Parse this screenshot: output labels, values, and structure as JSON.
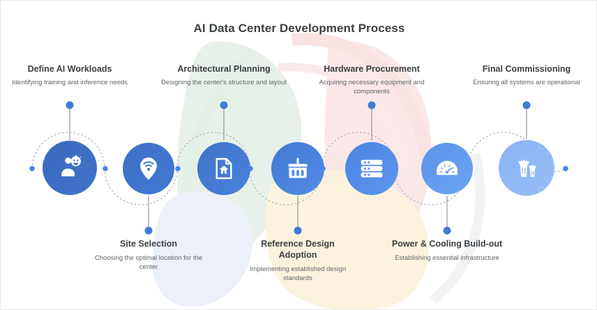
{
  "header": {
    "title": "AI Data Center Development Process"
  },
  "theme": {
    "title_color": "#3c4043",
    "step_title_color": "#3c4043",
    "step_desc_color": "#5f6368",
    "connector_color": "#8a8f98",
    "node_dot_color": "#3f7bd8",
    "arc_dot_color": "#4a86e8",
    "bg_green": "#e4efe6",
    "bg_pink": "#fae4e4",
    "bg_yellow": "#fbf2d9",
    "bg_blue": "#e8eef8"
  },
  "steps": [
    {
      "index": 1,
      "title": "Define AI Workloads",
      "description": "Identifying training and inference needs",
      "icon": "person-idea-icon",
      "position": "above",
      "circle_color": "#3c6cc0",
      "circle_color_2": "#3f72c8",
      "circle_size": 78
    },
    {
      "index": 2,
      "title": "Site Selection",
      "description": "Choosing the optimal location for the center",
      "icon": "location-wifi-pin-icon",
      "position": "below",
      "circle_color": "#3e70c7",
      "circle_color_2": "#4278d2",
      "circle_size": 74
    },
    {
      "index": 3,
      "title": "Architectural Planning",
      "description": "Designing the center's structure and layout",
      "icon": "blueprint-document-icon",
      "position": "above",
      "circle_color": "#3f74cd",
      "circle_color_2": "#477fd9",
      "circle_size": 76
    },
    {
      "index": 4,
      "title": "Reference Design Adoption",
      "description": "Implementing established design standards",
      "icon": "server-rack-unit-icon",
      "position": "below",
      "circle_color": "#4279d6",
      "circle_color_2": "#4f8ae6",
      "circle_size": 76
    },
    {
      "index": 5,
      "title": "Hardware Procurement",
      "description": "Acquiring necessary equipment and components",
      "icon": "server-stack-icon",
      "position": "above",
      "circle_color": "#4a84e2",
      "circle_color_2": "#5a93ec",
      "circle_size": 76
    },
    {
      "index": 6,
      "title": "Power & Cooling Build-out",
      "description": "Establishing essential infrastructure",
      "icon": "gauge-meter-icon",
      "position": "below",
      "circle_color": "#5b94ec",
      "circle_color_2": "#69a0f2",
      "circle_size": 74
    },
    {
      "index": 7,
      "title": "Final Commissioning",
      "description": "Ensuring all systems are operational",
      "icon": "cooling-tower-icon",
      "position": "above",
      "circle_color": "#8cb4f5",
      "circle_color_2": "#95bbf7",
      "circle_size": 80
    }
  ]
}
